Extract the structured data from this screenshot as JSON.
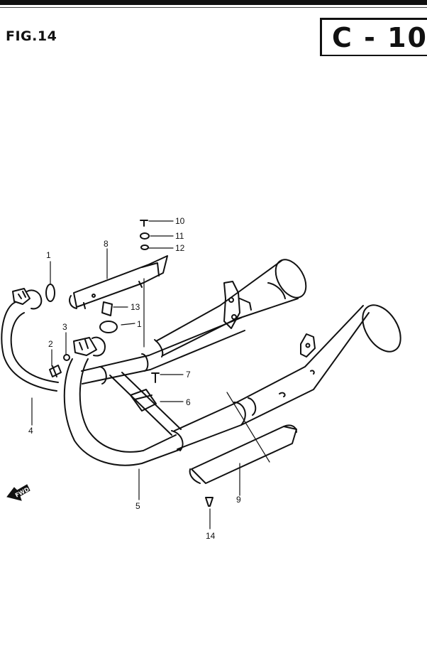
{
  "header": {
    "figure": "FIG.14",
    "code": "C - 10"
  },
  "callouts": {
    "c1a": "1",
    "c1b": "1",
    "c2": "2",
    "c3": "3",
    "c4": "4",
    "c5": "5",
    "c6": "6",
    "c7": "7",
    "c8": "8",
    "c9": "9",
    "c10": "10",
    "c11": "11",
    "c12": "12",
    "c13": "13",
    "c14": "14"
  },
  "direction": {
    "label": "FWD"
  }
}
